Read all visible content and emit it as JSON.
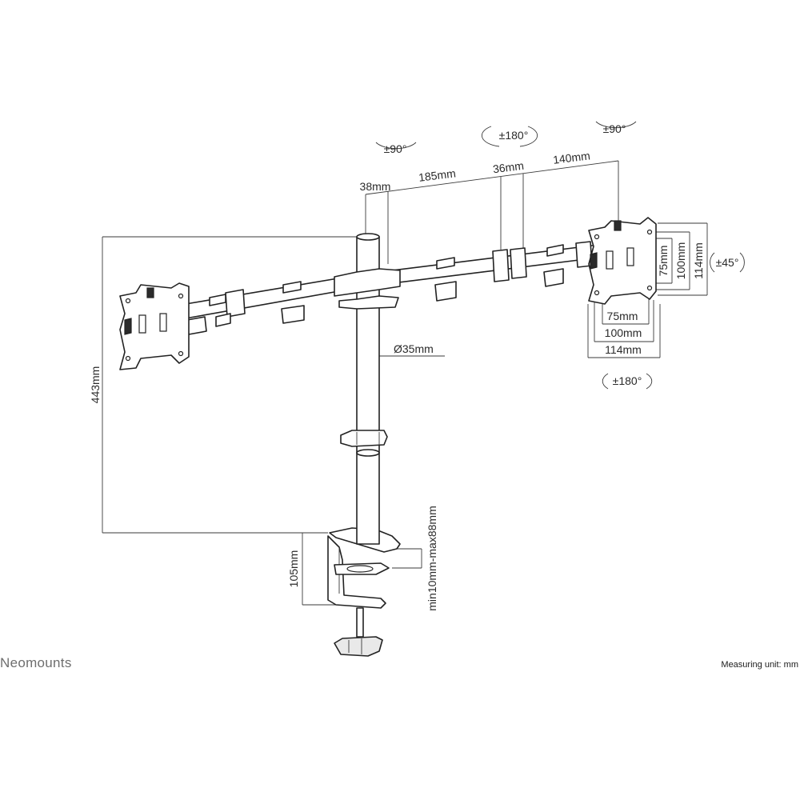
{
  "brand": "Neomounts",
  "measuring_unit": "Measuring unit: mm",
  "dimensions": {
    "arm_segment_1": "38mm",
    "arm_segment_2": "185mm",
    "arm_segment_3": "36mm",
    "arm_segment_4": "140mm",
    "pole_diameter": "Ø35mm",
    "total_height": "443mm",
    "clamp_height": "105mm",
    "desk_thickness": "min10mm-max88mm",
    "vesa_h_75": "75mm",
    "vesa_h_100": "100mm",
    "vesa_h_114": "114mm",
    "vesa_w_75": "75mm",
    "vesa_w_100": "100mm",
    "vesa_w_114": "114mm"
  },
  "rotations": {
    "pole_swivel": "±90°",
    "arm_swivel": "±180°",
    "head_swivel": "±90°",
    "tilt": "±45°",
    "rotate": "±180°"
  }
}
